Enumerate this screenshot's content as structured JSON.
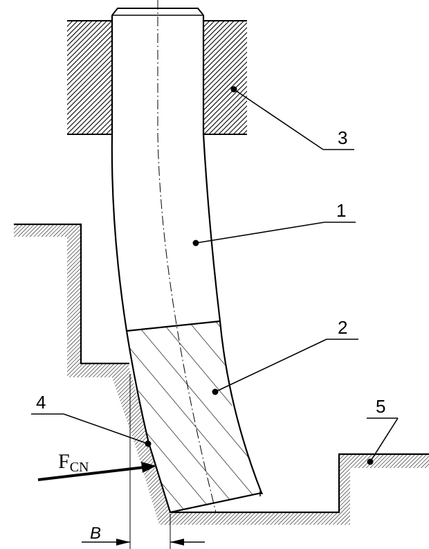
{
  "labels": {
    "part1": "1",
    "part2": "2",
    "part3": "3",
    "part4": "4",
    "part5": "5"
  },
  "force": {
    "symbol": "F",
    "subscript": "CN"
  },
  "dimension": {
    "label": "B"
  },
  "colors": {
    "line": "#000000",
    "background": "#ffffff"
  }
}
